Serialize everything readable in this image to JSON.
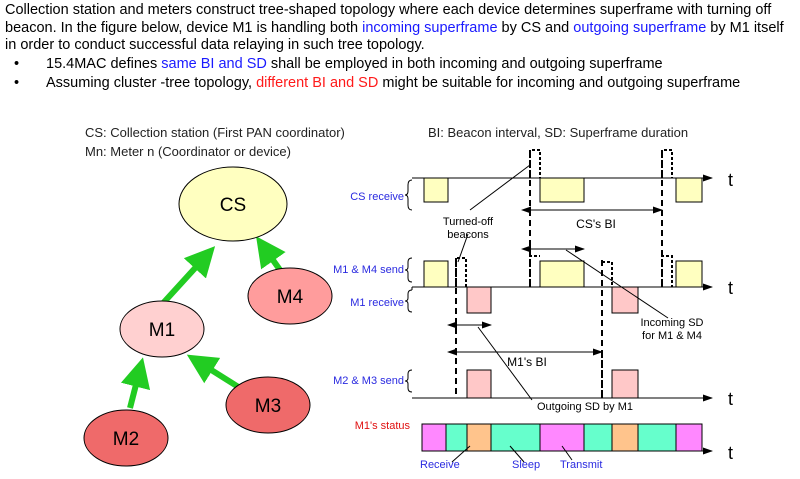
{
  "intro": {
    "p1": "Collection station and meters construct tree-shaped topology where each device determines superframe with turning off beacon. In the figure below, device M1 is handling both ",
    "incoming": "incoming superframe",
    "p2": " by CS and ",
    "outgoing": "outgoing superframe",
    "p3": " by M1 itself in order to conduct successful data relaying in such tree topology."
  },
  "bullets": [
    {
      "pre": "15.4MAC defines ",
      "hl": "same BI and SD",
      "post": " shall be employed in both incoming and outgoing superframe",
      "hl_color": "#1a1aff"
    },
    {
      "pre": "Assuming cluster -tree topology, ",
      "hl": "different BI and SD",
      "post": " might be suitable for incoming and outgoing superframe",
      "hl_color": "#ff1a1a"
    }
  ],
  "legend": {
    "cs_def": "CS: Collection station (First PAN coordinator)",
    "mn_def": "Mn: Meter n (Coordinator or device)",
    "bi_def": "BI: Beacon interval, SD: Superframe duration"
  },
  "nodes": [
    {
      "id": "cs",
      "label": "CS",
      "fill": "#ffffc0"
    },
    {
      "id": "m1",
      "label": "M1",
      "fill": "#ffd0d0"
    },
    {
      "id": "m4",
      "label": "M4",
      "fill": "#ff9c9c"
    },
    {
      "id": "m3",
      "label": "M3",
      "fill": "#ef6a6a"
    },
    {
      "id": "m2",
      "label": "M2",
      "fill": "#ef6a6a"
    }
  ],
  "rows": {
    "cs_receive": "CS receive",
    "m1m4_send": "M1 & M4 send",
    "m1_receive": "M1 receive",
    "m2m3_send": "M2 & M3 send",
    "m1_status": "M1's status",
    "axis_t": "t"
  },
  "annotations": {
    "turned_off_1": "Turned-off",
    "turned_off_2": "beacons",
    "cs_bi": "CS's BI",
    "incoming_sd_1": "Incoming SD",
    "incoming_sd_2": "for M1 & M4",
    "m1_bi": "M1's BI",
    "outgoing_sd": "Outgoing SD by M1"
  },
  "status_legend": {
    "receive": "Receive",
    "sleep": "Sleep",
    "transmit": "Transmit"
  },
  "colors": {
    "blue_label": "#2a2ae0",
    "red_label": "#e01010",
    "yellow_block": "#ffffc0",
    "pink_block": "#ffc8c8",
    "arrow_green": "#22cc22",
    "status_magenta": "#ff88ff",
    "status_teal": "#66ffcc",
    "status_orange": "#ffc48c"
  }
}
